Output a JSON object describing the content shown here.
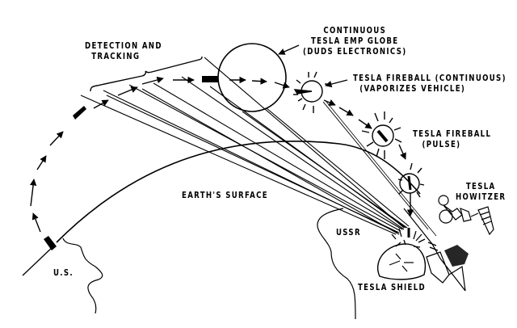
{
  "diagram": {
    "colors": {
      "ink": "#000000",
      "paper": "#ffffff"
    },
    "labels": {
      "detection": [
        "DETECTION AND",
        "TRACKING"
      ],
      "emp_globe": [
        "CONTINUOUS",
        "TESLA EMP GLOBE",
        "(DUDS ELECTRONICS)"
      ],
      "fireball_continuous": [
        "TESLA FIREBALL (CONTINUOUS)",
        "(VAPORIZES VEHICLE)"
      ],
      "fireball_pulse": [
        "TESLA FIREBALL",
        "(PULSE)"
      ],
      "howitzer": [
        "TESLA",
        "HOWITZER"
      ],
      "earth_surface": "EARTH'S SURFACE",
      "ussr": "USSR",
      "us": "U.S.",
      "shield": "TESLA SHIELD"
    },
    "elements": [
      {
        "name": "missile-trajectory",
        "description": "dashed arrow path of missile launched from U.S."
      },
      {
        "name": "emp-globe",
        "description": "large circle intercepting missile"
      },
      {
        "name": "fireball-continuous",
        "description": "radiant circle vaporizing vehicle"
      },
      {
        "name": "fireball-pulse",
        "description": "radiant circles on descending path"
      },
      {
        "name": "energy-beams",
        "description": "converging beam lines from USSR"
      },
      {
        "name": "howitzer-installation",
        "description": "Tesla howitzer with dish and array"
      },
      {
        "name": "shield-dome",
        "description": "Tesla shield dome over USSR"
      }
    ]
  }
}
